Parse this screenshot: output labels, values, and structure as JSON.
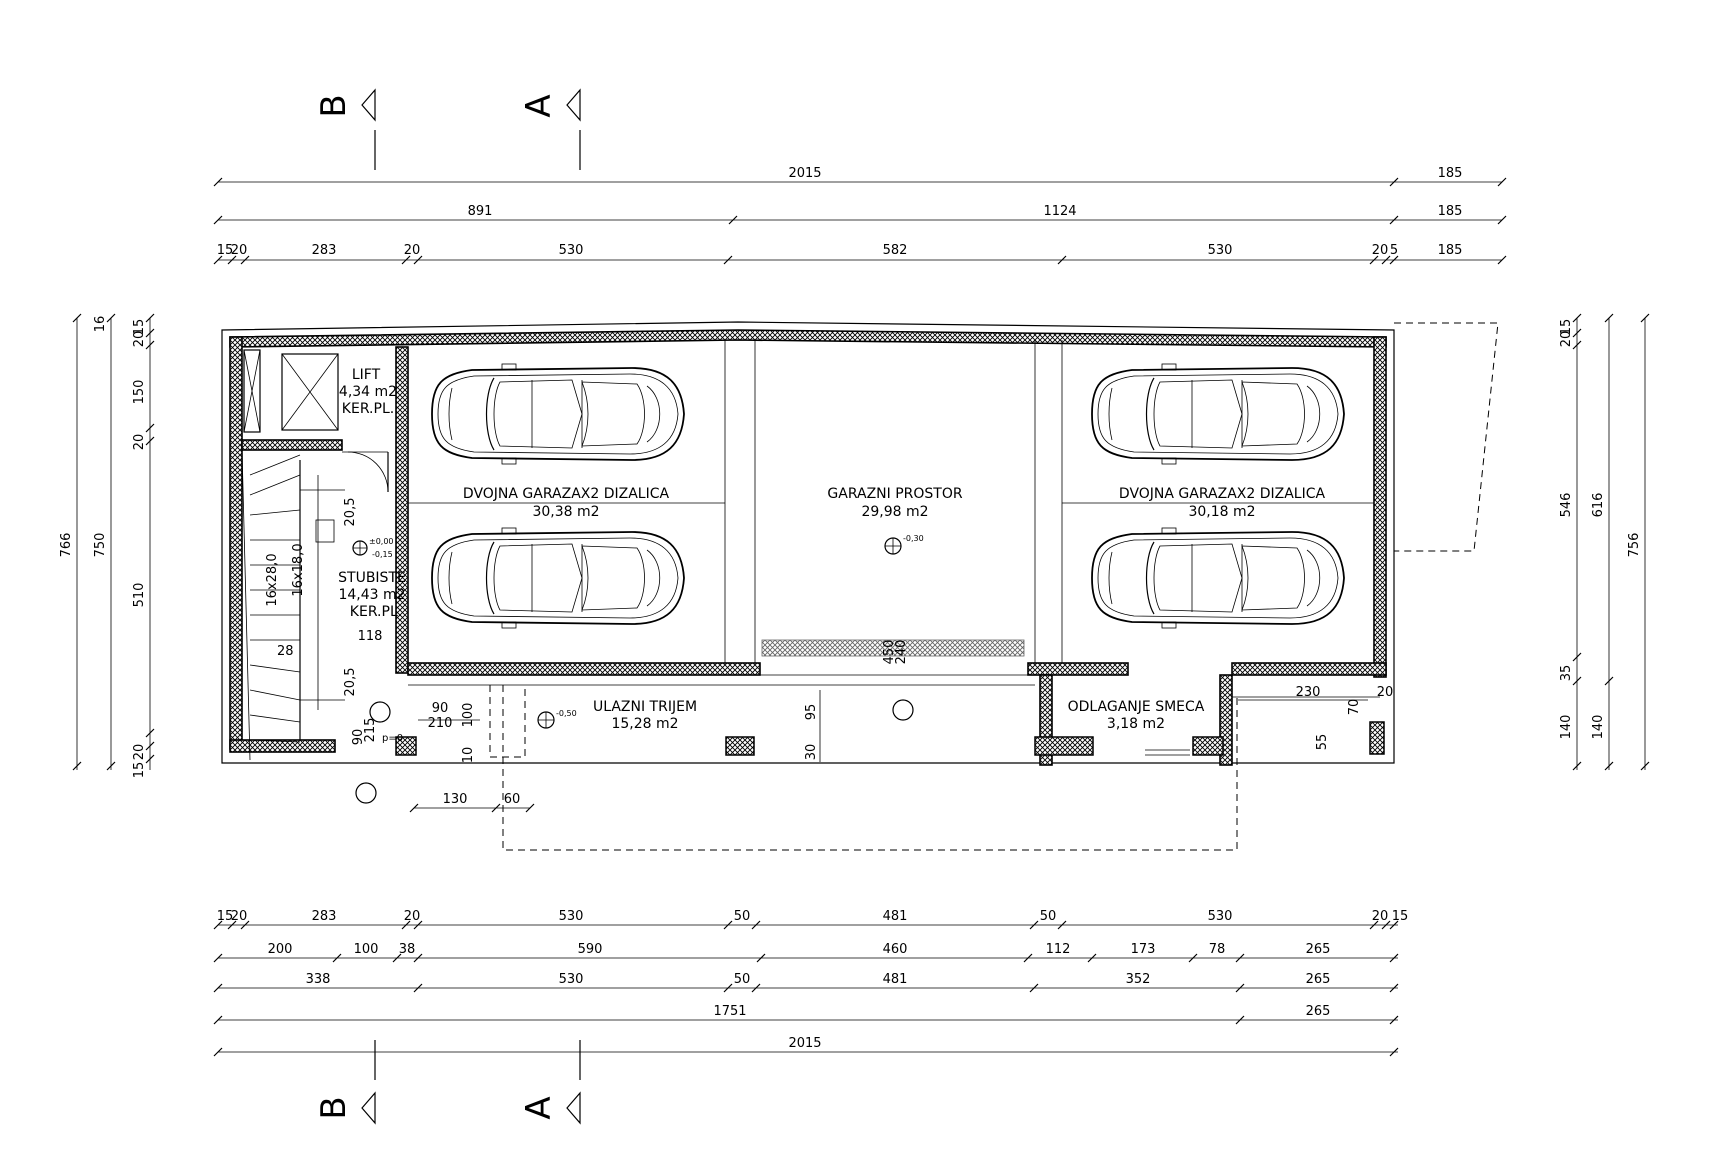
{
  "section_markers": {
    "b": "B",
    "a": "A"
  },
  "dims_top": {
    "row1": [
      "2015",
      "185"
    ],
    "row2": [
      "891",
      "1124",
      "185"
    ],
    "row3": [
      "15",
      "20",
      "283",
      "20",
      "530",
      "582",
      "530",
      "20",
      "5",
      "185"
    ]
  },
  "dims_bottom": {
    "row1": [
      "15",
      "20",
      "283",
      "20",
      "530",
      "50",
      "481",
      "50",
      "530",
      "20",
      "15"
    ],
    "row2": [
      "200",
      "100",
      "38",
      "590",
      "460",
      "112",
      "173",
      "78",
      "265"
    ],
    "row3": [
      "338",
      "530",
      "50",
      "481",
      "352",
      "265"
    ],
    "row4": [
      "1751",
      "265"
    ],
    "row5": [
      "2015"
    ]
  },
  "dims_left": {
    "outer": "766",
    "mid": "750",
    "inner": [
      "510",
      "20",
      "150",
      "20",
      "15",
      "16",
      "15",
      "20"
    ]
  },
  "dims_right": {
    "outer": "756",
    "mid": [
      "616",
      "140"
    ],
    "inner": [
      "546",
      "35",
      "140",
      "20",
      "15"
    ]
  },
  "dims_inside": [
    "90",
    "210",
    "100",
    "90",
    "215",
    "p=0",
    "10",
    "95",
    "30",
    "230",
    "70",
    "55",
    "20",
    "130",
    "60",
    "118",
    "20,5",
    "20,5",
    "16x28,0",
    "16x18,0",
    "450",
    "240",
    "28"
  ],
  "rooms": {
    "lift": {
      "name": "LIFT",
      "area": "4,34  m2",
      "floor": "KER.PL."
    },
    "stubiste": {
      "name": "STUBISTE",
      "area": "14,43  m2",
      "floor": "KER.PL."
    },
    "garage_left": {
      "name": "DVOJNA  GARAZAX2  DIZALICA",
      "area": "30,38  m2"
    },
    "garage_mid": {
      "name": "GARAZNI  PROSTOR",
      "area": "29,98   m2"
    },
    "garage_right": {
      "name": "DVOJNA  GARAZAX2  DIZALICA",
      "area": "30,18  m2"
    },
    "trijem": {
      "name": "ULAZNI  TRIJEM",
      "area": "15,28  m2"
    },
    "smece": {
      "name": "ODLAGANJE  SMECA",
      "area": "3,18  m2"
    }
  },
  "levels": {
    "stair": "±0,00",
    "stair_b": "-0,15",
    "garage": "-0,30",
    "porch": "-0,50"
  }
}
